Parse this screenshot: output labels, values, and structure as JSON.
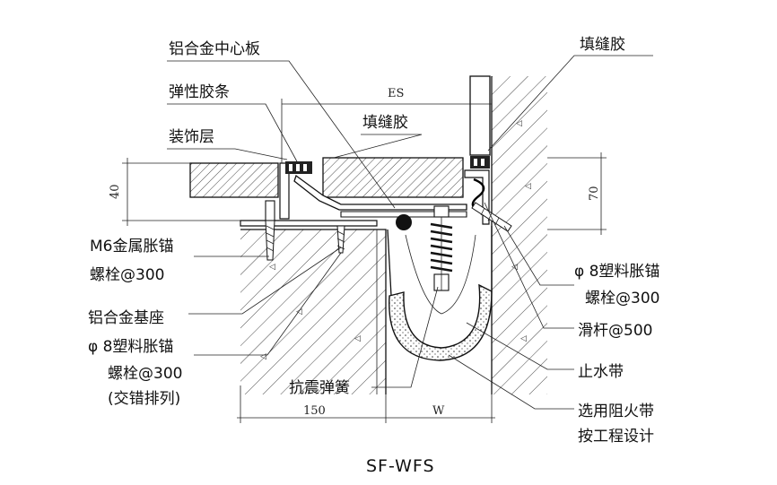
{
  "title": "SF-WFS",
  "labels": {
    "center_plate": "铝合金中心板",
    "elastic_strip": "弹性胶条",
    "finish_layer": "装饰层",
    "filler_glue_top": "填缝胶",
    "filler_glue_right": "填缝胶",
    "m6_anchor_1": "M6金属胀锚",
    "m6_anchor_2": "螺栓@300",
    "base_seat": "铝合金基座",
    "plastic_anchor_left_1": "φ 8塑料胀锚",
    "plastic_anchor_left_2": "螺栓@300",
    "plastic_anchor_left_3": "(交错排列)",
    "seismic_spring": "抗震弹簧",
    "plastic_anchor_right_1": "φ 8塑料胀锚",
    "plastic_anchor_right_2": "螺栓@300",
    "slide_bar": "滑杆@500",
    "waterstop": "止水带",
    "fire_barrier_1": "选用阻火带",
    "fire_barrier_2": "按工程设计"
  },
  "dimensions": {
    "es": "ES",
    "d40": "40",
    "d70": "70",
    "d150": "150",
    "w": "W"
  }
}
